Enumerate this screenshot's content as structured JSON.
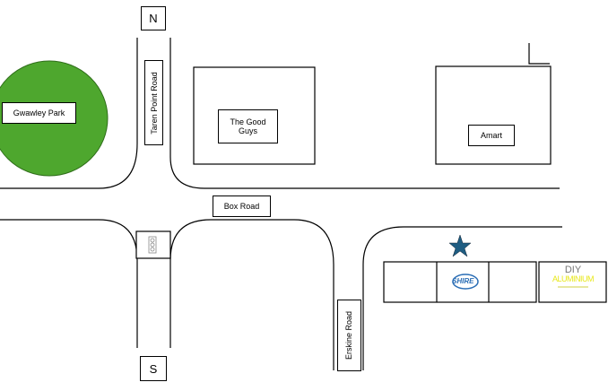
{
  "compass": {
    "north": "N",
    "south": "S"
  },
  "landmarks": {
    "park": "Gwawley Park",
    "good_guys": "The Good Guys",
    "amart": "Amart"
  },
  "roads": {
    "taren_point": "Taren Point Road",
    "box": "Box Road",
    "erskine": "Erskine Road"
  },
  "shops": {
    "shire_logo": "SHIRE",
    "diy_top": "DIY",
    "diy_bottom": "ALUMINIUM"
  },
  "colors": {
    "park": "#4ea72e",
    "star": "#1f5d82",
    "diy": "#e8e81a"
  }
}
